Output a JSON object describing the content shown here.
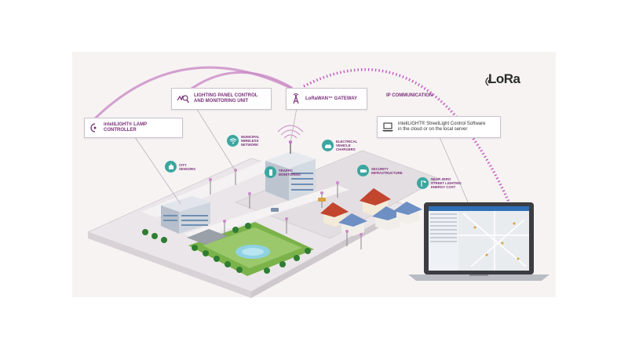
{
  "brand": {
    "logo_text": "LoRa"
  },
  "callouts": {
    "lamp_controller": "inteliLIGHT® LAMP CONTROLLER",
    "lighting_panel": "LIGHTING PANEL CONTROL\nAND MONITORING UNIT",
    "gateway": "LoRaWAN™ GATEWAY",
    "ip_communication": "IP COMMUNICATION",
    "software": "inteliLIGHT® StreetLight Control Software\nin the cloud or on the local server"
  },
  "bubbles": {
    "city_sensors": "CITY\nSENSORS",
    "wireless_network": "MUNICIPAL\nWIRELESS\nNETWORK",
    "traffic_monitoring": "TRAFFIC\nMONITORING",
    "ev_chargers": "ELECTRICAL\nVEHICLE\nCHARGERS",
    "security": "SECURITY\nINFRASTRUCTURE",
    "near_zero": "NEAR ZERO\nSTREET LIGHTING\nENERGY COST"
  },
  "colors": {
    "accent": "#7a2f7a",
    "arc": "#c98bc6",
    "teal": "#3aa7a0",
    "ground": "#e9e4e7"
  }
}
